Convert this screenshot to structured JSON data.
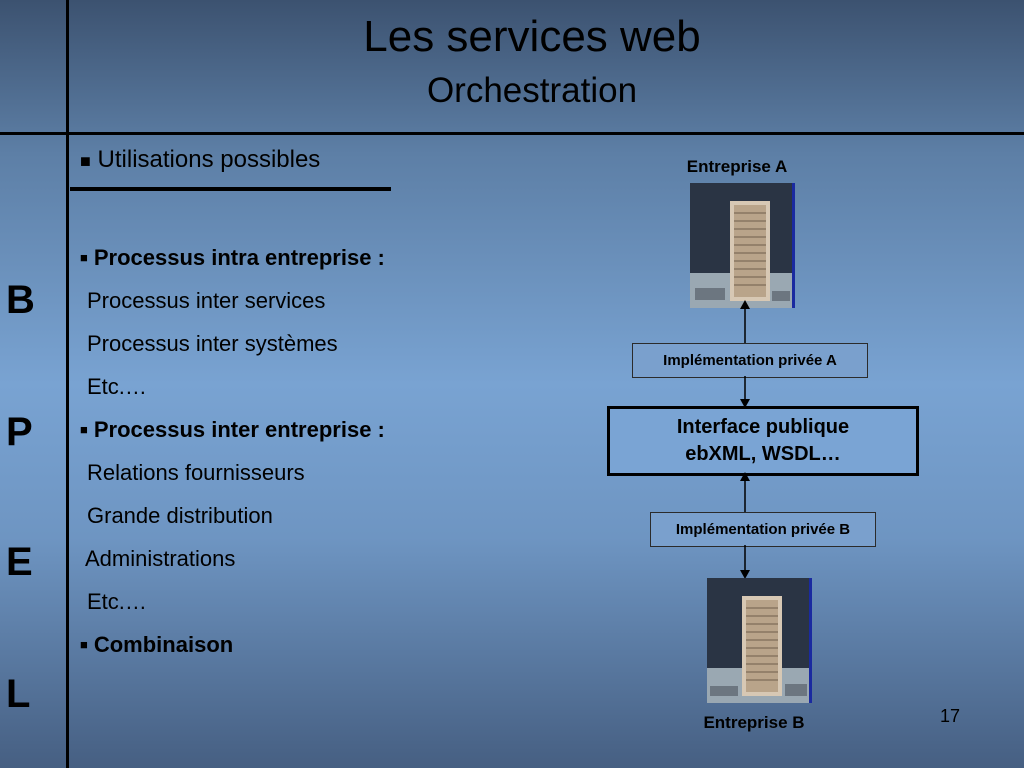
{
  "title": "Les services web",
  "subtitle": "Orchestration",
  "side_letters": [
    "B",
    "P",
    "E",
    "L"
  ],
  "section_heading": "Utilisations possibles",
  "list": {
    "intra_heading": "Processus intra entreprise :",
    "intra_items": [
      "Processus inter services",
      "Processus inter systèmes",
      "Etc.…"
    ],
    "inter_heading": "Processus inter entreprise :",
    "inter_items": [
      "Relations fournisseurs",
      "Grande distribution",
      "Administrations",
      "Etc.…"
    ],
    "combo": "Combinaison"
  },
  "diagram": {
    "company_a": "Entreprise A",
    "company_b": "Entreprise B",
    "impl_a": "Implémentation privée A",
    "impl_b": "Implémentation privée B",
    "interface_line1": "Interface publique",
    "interface_line2": "ebXML, WSDL…"
  },
  "page_number": "17",
  "colors": {
    "background_mid": "#79a3d2",
    "building_border": "#1a2aa0"
  }
}
